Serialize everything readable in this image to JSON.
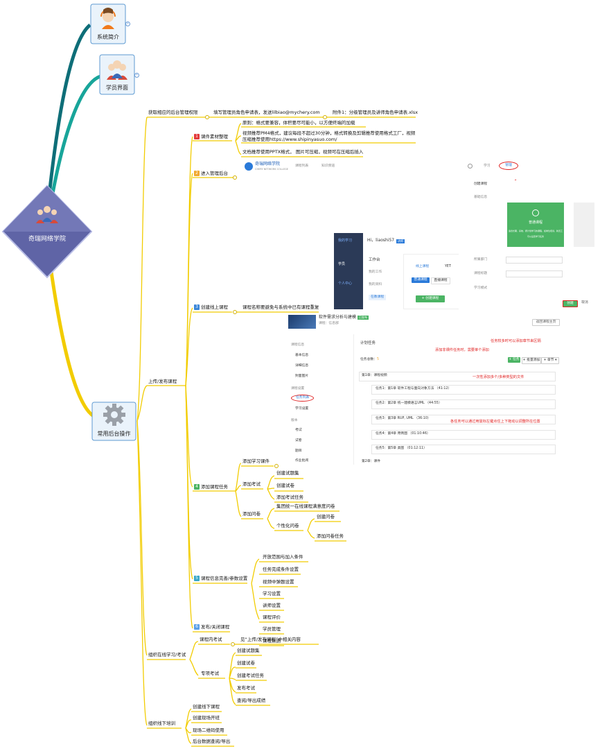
{
  "root": {
    "label": "奇瑞网络学院"
  },
  "top_nodes": [
    {
      "label": "系统简介",
      "icon": "customer-service-icon"
    },
    {
      "label": "学员界面",
      "icon": "users-group-icon"
    },
    {
      "label": "常用后台操作",
      "icon": "gear-icon"
    }
  ],
  "colors": {
    "teal_dark": "#0e6e78",
    "teal_light": "#18a59a",
    "yellow": "#f2cc00",
    "blue_link": "#2a7ad9",
    "red_note": "#e02020",
    "green_btn": "#4bb464"
  },
  "branches": {
    "b1": {
      "label": "获取相应的后台管理权限",
      "detail": "填写管理员角色申请表，发送lilbiao@mychery.com",
      "attachment": "附件1：分级管理员及讲师角色申请表.xlsx"
    },
    "b2": {
      "label": "上传/发布课程",
      "steps": [
        {
          "num": "1",
          "color": "#e23b3b",
          "label": "课件素材整理"
        },
        {
          "num": "2",
          "color": "#f0a830",
          "label": "进入管理后台"
        },
        {
          "num": "3",
          "color": "#3a86d8",
          "label": "创建线上课程",
          "note": "课程名称要避免与系统中已有课程重复"
        },
        {
          "num": "4",
          "color": "#4bb464",
          "label": "添加课程任务"
        },
        {
          "num": "5",
          "color": "#3aa8c8",
          "label": "课程信息完善/参数设置"
        },
        {
          "num": "6",
          "color": "#5aa0e8",
          "label": "发布/关闭课程"
        }
      ],
      "materials": [
        "原则：格式要兼容，体积要尽可能小，以方便终端的加载",
        "视频推荐PM4格式，建议每段不超过30分钟，格式转换及剪辑推荐使用格式工厂，视频",
        "压缩推荐使用https://www.shipinyasuo.com/",
        "文档推荐使用PPTX格式， 图片可压缩，视频可在压缩后插入"
      ],
      "tasks": {
        "learning": "添加学习课件",
        "exam": {
          "label": "添加考试",
          "items": [
            "创建试题集",
            "创建试卷",
            "添加考试任务"
          ]
        },
        "survey": {
          "label": "添加问卷",
          "collective": "集团统一在线课程满意度问卷",
          "custom": "个性化问卷",
          "custom_items": [
            "创建问卷",
            "添加问卷任务"
          ]
        }
      },
      "settings": [
        "开放范围与加入条件",
        "任务完成条件设置",
        "视频中弹题设置",
        "学习设置",
        "讲师设置",
        "课程评价",
        "学员管理",
        "课程数据"
      ]
    },
    "b3": {
      "label": "组织在线学习/考试",
      "in_course": "课程内考试",
      "in_course_note": "见“上传/发布课程”中相关内容",
      "special": "专项考试",
      "special_items": [
        "创建试题集",
        "创建试卷",
        "创建考试任务",
        "发布考试",
        "查阅/导出成绩"
      ]
    },
    "b4": {
      "label": "组织线下培训",
      "items": [
        "创建线下课程",
        "创建现场开班",
        "现场二维码使用",
        "后台数据查阅/导出"
      ]
    }
  },
  "screenshots": {
    "nav": {
      "brand": "奇瑞网络学院",
      "brand_en": "CHERY NETWORK COLLEGE",
      "links": [
        "课程列表",
        "知识频道"
      ],
      "right": [
        "学习",
        "管理"
      ]
    },
    "admin_panel": {
      "side_items": [
        "创建课程",
        "基础信息",
        "所属部门",
        "课程标题",
        "学习模式"
      ],
      "green_card": [
        "普通课程",
        "适合长期、系统、按计划学习的课程，如岗位培训，新员工学习等",
        "可以设置学习任务"
      ],
      "submit": "创建",
      "cancel": "取消"
    },
    "workspace": {
      "tabs": [
        "我的学习",
        "学员",
        "个人中心"
      ],
      "greeting": "Hi，liaoshi57",
      "tag": "讲师",
      "menu_title": "工作台",
      "menu": [
        "我的工作",
        "我的资料",
        "在教课程"
      ],
      "online_course": "线上课程",
      "yet": "YET",
      "tab_a": "普通课程",
      "tab_b": "直播课程",
      "create_btn": "+ 创建课程"
    },
    "task_panel": {
      "course_title": "软件需求分析与建模",
      "status": "已发布",
      "course_sub": "课程：信息部",
      "back_btn": "返回课程主页",
      "menu_groups": [
        [
          "课程信息",
          "基本信息",
          "详细信息",
          "封面图片"
        ],
        [
          "课程设置",
          "任务列表",
          "学习设置"
        ],
        [
          "版本",
          "考试",
          "试卷",
          "题目",
          "作业批阅"
        ]
      ],
      "panel_title": "计划任务",
      "count_label": "任务总数：",
      "count": "5",
      "chapter1": "第1章：课程视频",
      "chapter2": "第2章：课件",
      "tasks": [
        "任务1：第1章 软件工程与面向对象方法 （41:12）",
        "任务2：第2章 统一建模语言UML （44:55）",
        "任务3：第3章 RUP, UML （36:10）",
        "任务4：第4章 用例图 （01:10:46）",
        "任务5：第5章 类图 （01:12:11）"
      ],
      "btn_add": "+ 任务",
      "btn_batch": "+ 批量添加",
      "btn_chapter": "+ 章节 ▾",
      "notes": [
        "任务较多时可以添加章节来区隔",
        "添加非课件任务时，需要单个添加",
        "一次性添加多个/多种类型的文件",
        "各任务可以通过用鼠标左键点住上下拖动以调整所在位置"
      ]
    }
  }
}
